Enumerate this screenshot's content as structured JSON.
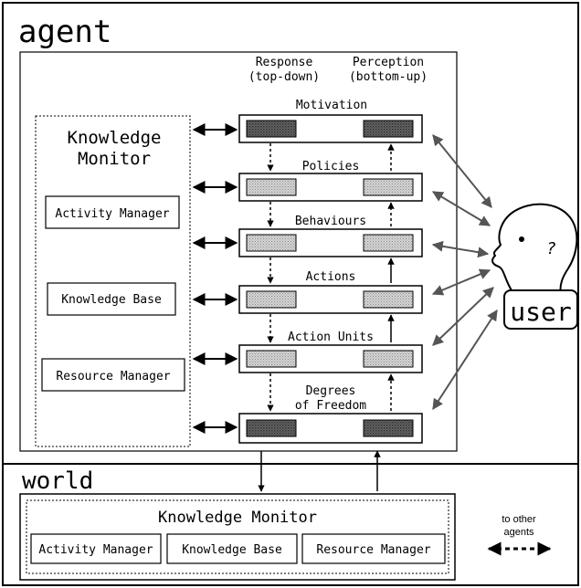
{
  "agent_label": "agent",
  "world_label": "world",
  "user_label": "user",
  "user_question": "?",
  "columns": {
    "response_line1": "Response",
    "response_line2": "(top-down)",
    "perception_line1": "Perception",
    "perception_line2": "(bottom-up)"
  },
  "agent_monitor": {
    "title_line1": "Knowledge",
    "title_line2": "Monitor",
    "activity_manager": "Activity Manager",
    "knowledge_base": "Knowledge Base",
    "resource_manager": "Resource Manager"
  },
  "levels": [
    {
      "label": "Motivation"
    },
    {
      "label": "Policies"
    },
    {
      "label": "Behaviours"
    },
    {
      "label": "Actions"
    },
    {
      "label": "Action Units"
    },
    {
      "label_line1": "Degrees",
      "label_line2": "of Freedom"
    }
  ],
  "world_monitor": {
    "title": "Knowledge Monitor",
    "activity_manager": "Activity Manager",
    "knowledge_base": "Knowledge Base",
    "resource_manager": "Resource Manager"
  },
  "other_agents": {
    "line1": "to other",
    "line2": "agents"
  }
}
